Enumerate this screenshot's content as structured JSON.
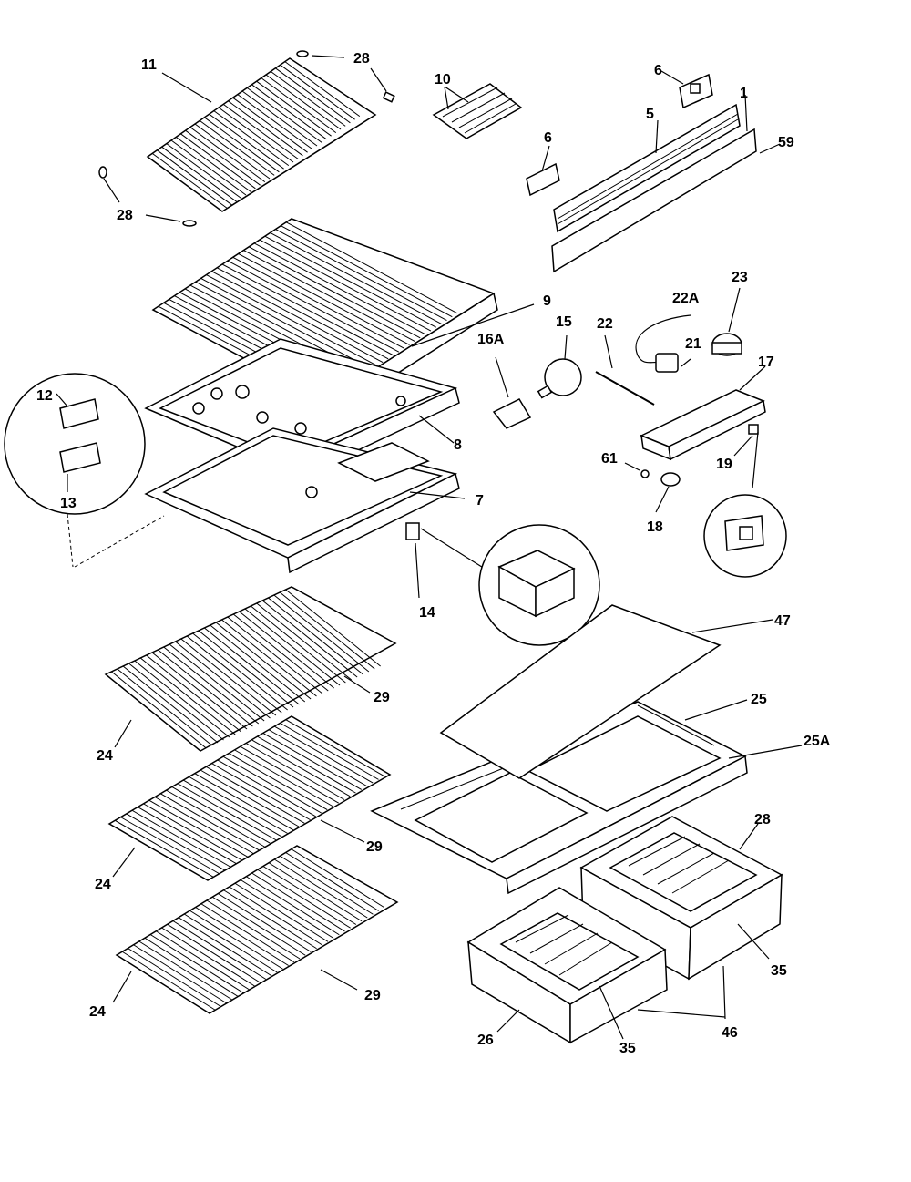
{
  "labels": {
    "p1": "1",
    "p5": "5",
    "p6": "6",
    "p6b": "6",
    "p59": "59",
    "p10": "10",
    "p11": "11",
    "p28a": "28",
    "p28b": "28",
    "p9": "9",
    "p8": "8",
    "p7": "7",
    "p12": "12",
    "p13": "13",
    "p14": "14",
    "p16a": "16A",
    "p15": "15",
    "p22": "22",
    "p22a": "22A",
    "p21": "21",
    "p23": "23",
    "p17": "17",
    "p61": "61",
    "p18": "18",
    "p19": "19",
    "p47": "47",
    "p25": "25",
    "p25a": "25A",
    "p29a": "29",
    "p24a": "24",
    "p29b": "29",
    "p24b": "24",
    "p29c": "29",
    "p24c": "24",
    "p28c": "28",
    "p35a": "35",
    "p35b": "35",
    "p26": "26",
    "p46": "46"
  }
}
